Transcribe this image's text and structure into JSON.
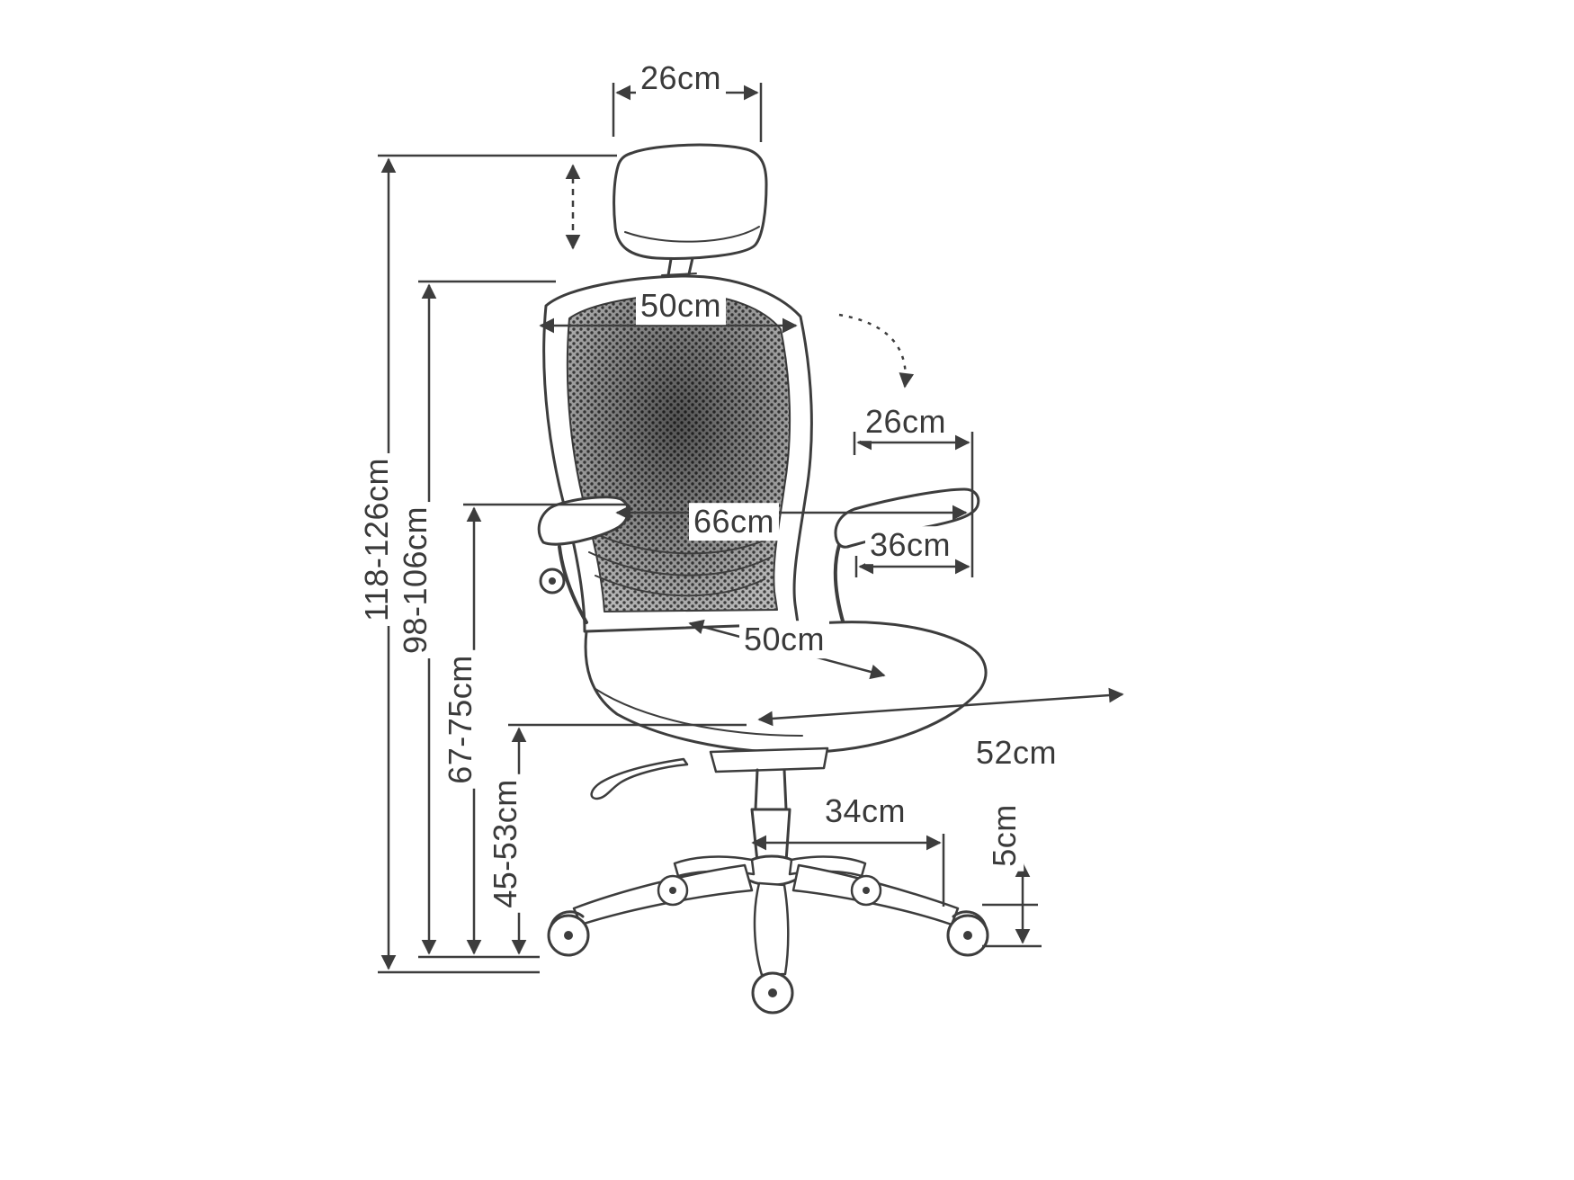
{
  "diagram": {
    "subject": "office-chair-dimension-diagram"
  },
  "dimensions": {
    "headrest_width": "26cm",
    "overall_height": "118-126cm",
    "backrest_top_height": "98-106cm",
    "armrest_height": "67-75cm",
    "seat_height": "45-53cm",
    "backrest_width": "50cm",
    "armrest_length": "26cm",
    "armrest_span": "66cm",
    "armrest_pad_length": "36cm",
    "seat_depth": "50cm",
    "seat_width": "52cm",
    "base_span": "34cm",
    "caster_height": "5cm"
  },
  "colors": {
    "line": "#3d3d3d",
    "background": "#ffffff",
    "mesh_dot": "#3f3f3f",
    "mesh_base": "#b9b9b9"
  }
}
